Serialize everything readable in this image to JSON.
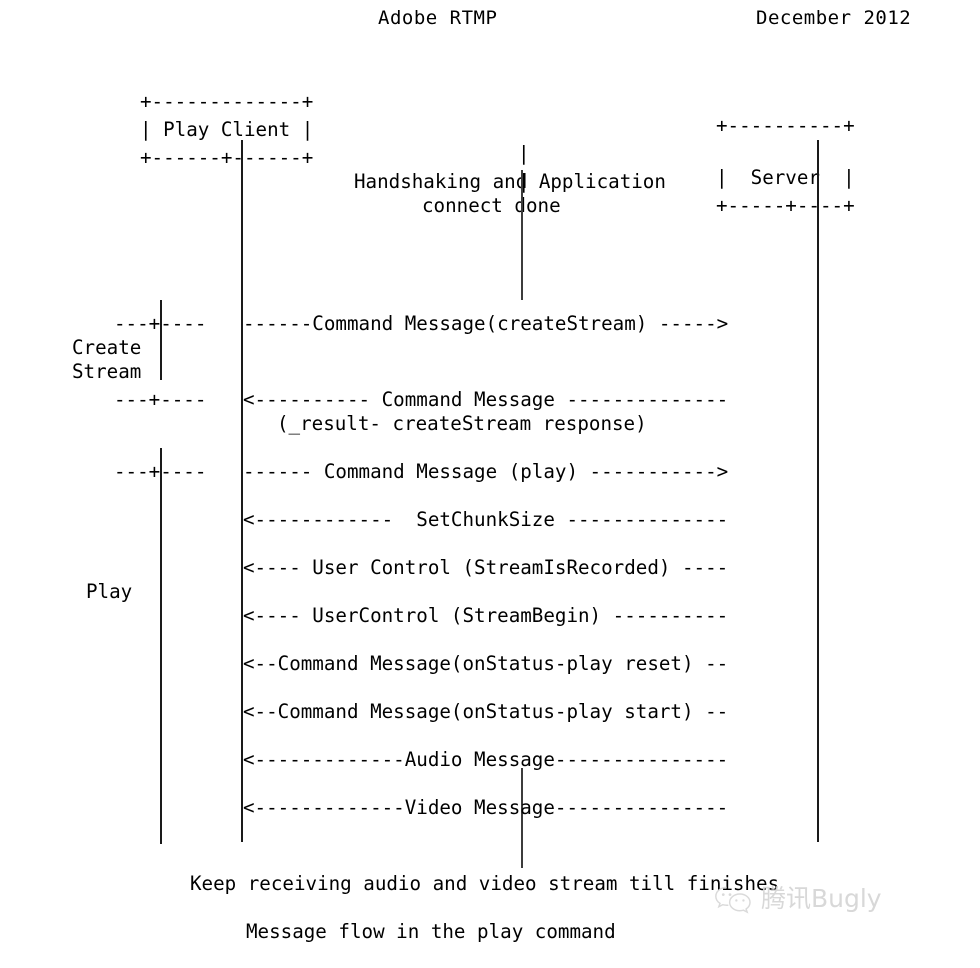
{
  "header": {
    "title": "Adobe RTMP",
    "date": "December 2012"
  },
  "diagram": {
    "type": "ascii-sequence-diagram",
    "participants": [
      {
        "id": "client",
        "label": "Play Client",
        "box_top": "+-------------+",
        "box_mid": "| Play Client |",
        "box_bottom": "+------+------+"
      },
      {
        "id": "server",
        "label": "Server",
        "box_top": "+----------+",
        "box_mid": "|  Server  |",
        "box_bottom": "+-----+----+"
      }
    ],
    "note_handshake": {
      "line1": "Handshaking and Application",
      "line2": "connect done"
    },
    "brackets": [
      {
        "id": "create-stream",
        "label_line1": "Create",
        "label_line2": "Stream",
        "tick": "---+----"
      },
      {
        "id": "play",
        "label": "Play",
        "tick": "---+----"
      }
    ],
    "messages": [
      {
        "id": "create-stream-request",
        "direction": "right",
        "text": "------Command Message(createStream) ----->"
      },
      {
        "id": "create-stream-result",
        "direction": "left",
        "text": "<---------- Command Message --------------"
      },
      {
        "id": "create-stream-result-2",
        "direction": "none",
        "text": "(_result- createStream response)"
      },
      {
        "id": "play-request",
        "direction": "right",
        "text": "------ Command Message (play) ----------->"
      },
      {
        "id": "set-chunk-size",
        "direction": "left",
        "text": "<------------  SetChunkSize --------------"
      },
      {
        "id": "stream-is-recorded",
        "direction": "left",
        "text": "<---- User Control (StreamIsRecorded) ----"
      },
      {
        "id": "stream-begin",
        "direction": "left",
        "text": "<---- UserControl (StreamBegin) ----------"
      },
      {
        "id": "onstatus-play-reset",
        "direction": "left",
        "text": "<--Command Message(onStatus-play reset) --"
      },
      {
        "id": "onstatus-play-start",
        "direction": "left",
        "text": "<--Command Message(onStatus-play start) --"
      },
      {
        "id": "audio-message",
        "direction": "left",
        "text": "<-------------Audio Message---------------"
      },
      {
        "id": "video-message",
        "direction": "left",
        "text": "<-------------Video Message---------------"
      }
    ],
    "footer_note": "Keep receiving audio and video stream till finishes",
    "caption": "Message flow in the play command"
  },
  "watermark": {
    "text": "腾讯Bugly",
    "icon": "wechat-bubble-icon",
    "color": "#d6d6d6"
  }
}
